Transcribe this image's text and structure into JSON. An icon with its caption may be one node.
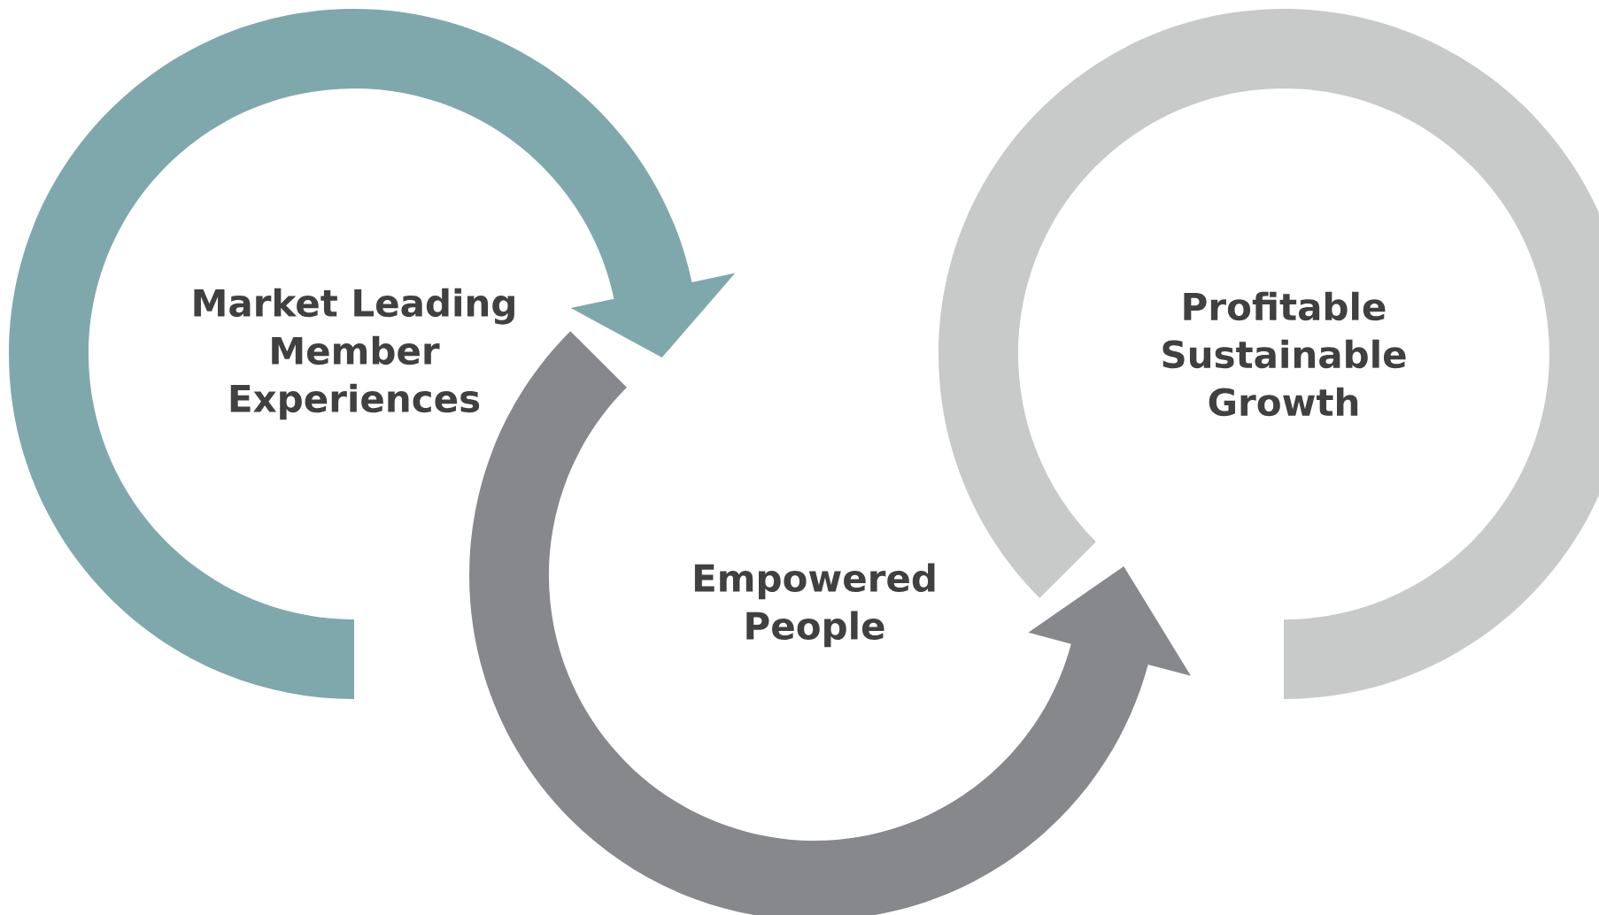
{
  "diagram": {
    "nodes": [
      {
        "text": [
          "Market Leading Member Experiences"
        ]
      },
      {
        "text": [
          "Empowered People"
        ]
      },
      {
        "text": [
          "Profitable Sustainable Growth"
        ]
      }
    ],
    "edges": [
      {
        "from": 0,
        "to": 1,
        "arrow": "to",
        "color": "#7fa8ad"
      },
      {
        "from": 1,
        "to": 2,
        "arrow": "to",
        "color": "#87888c"
      }
    ]
  }
}
